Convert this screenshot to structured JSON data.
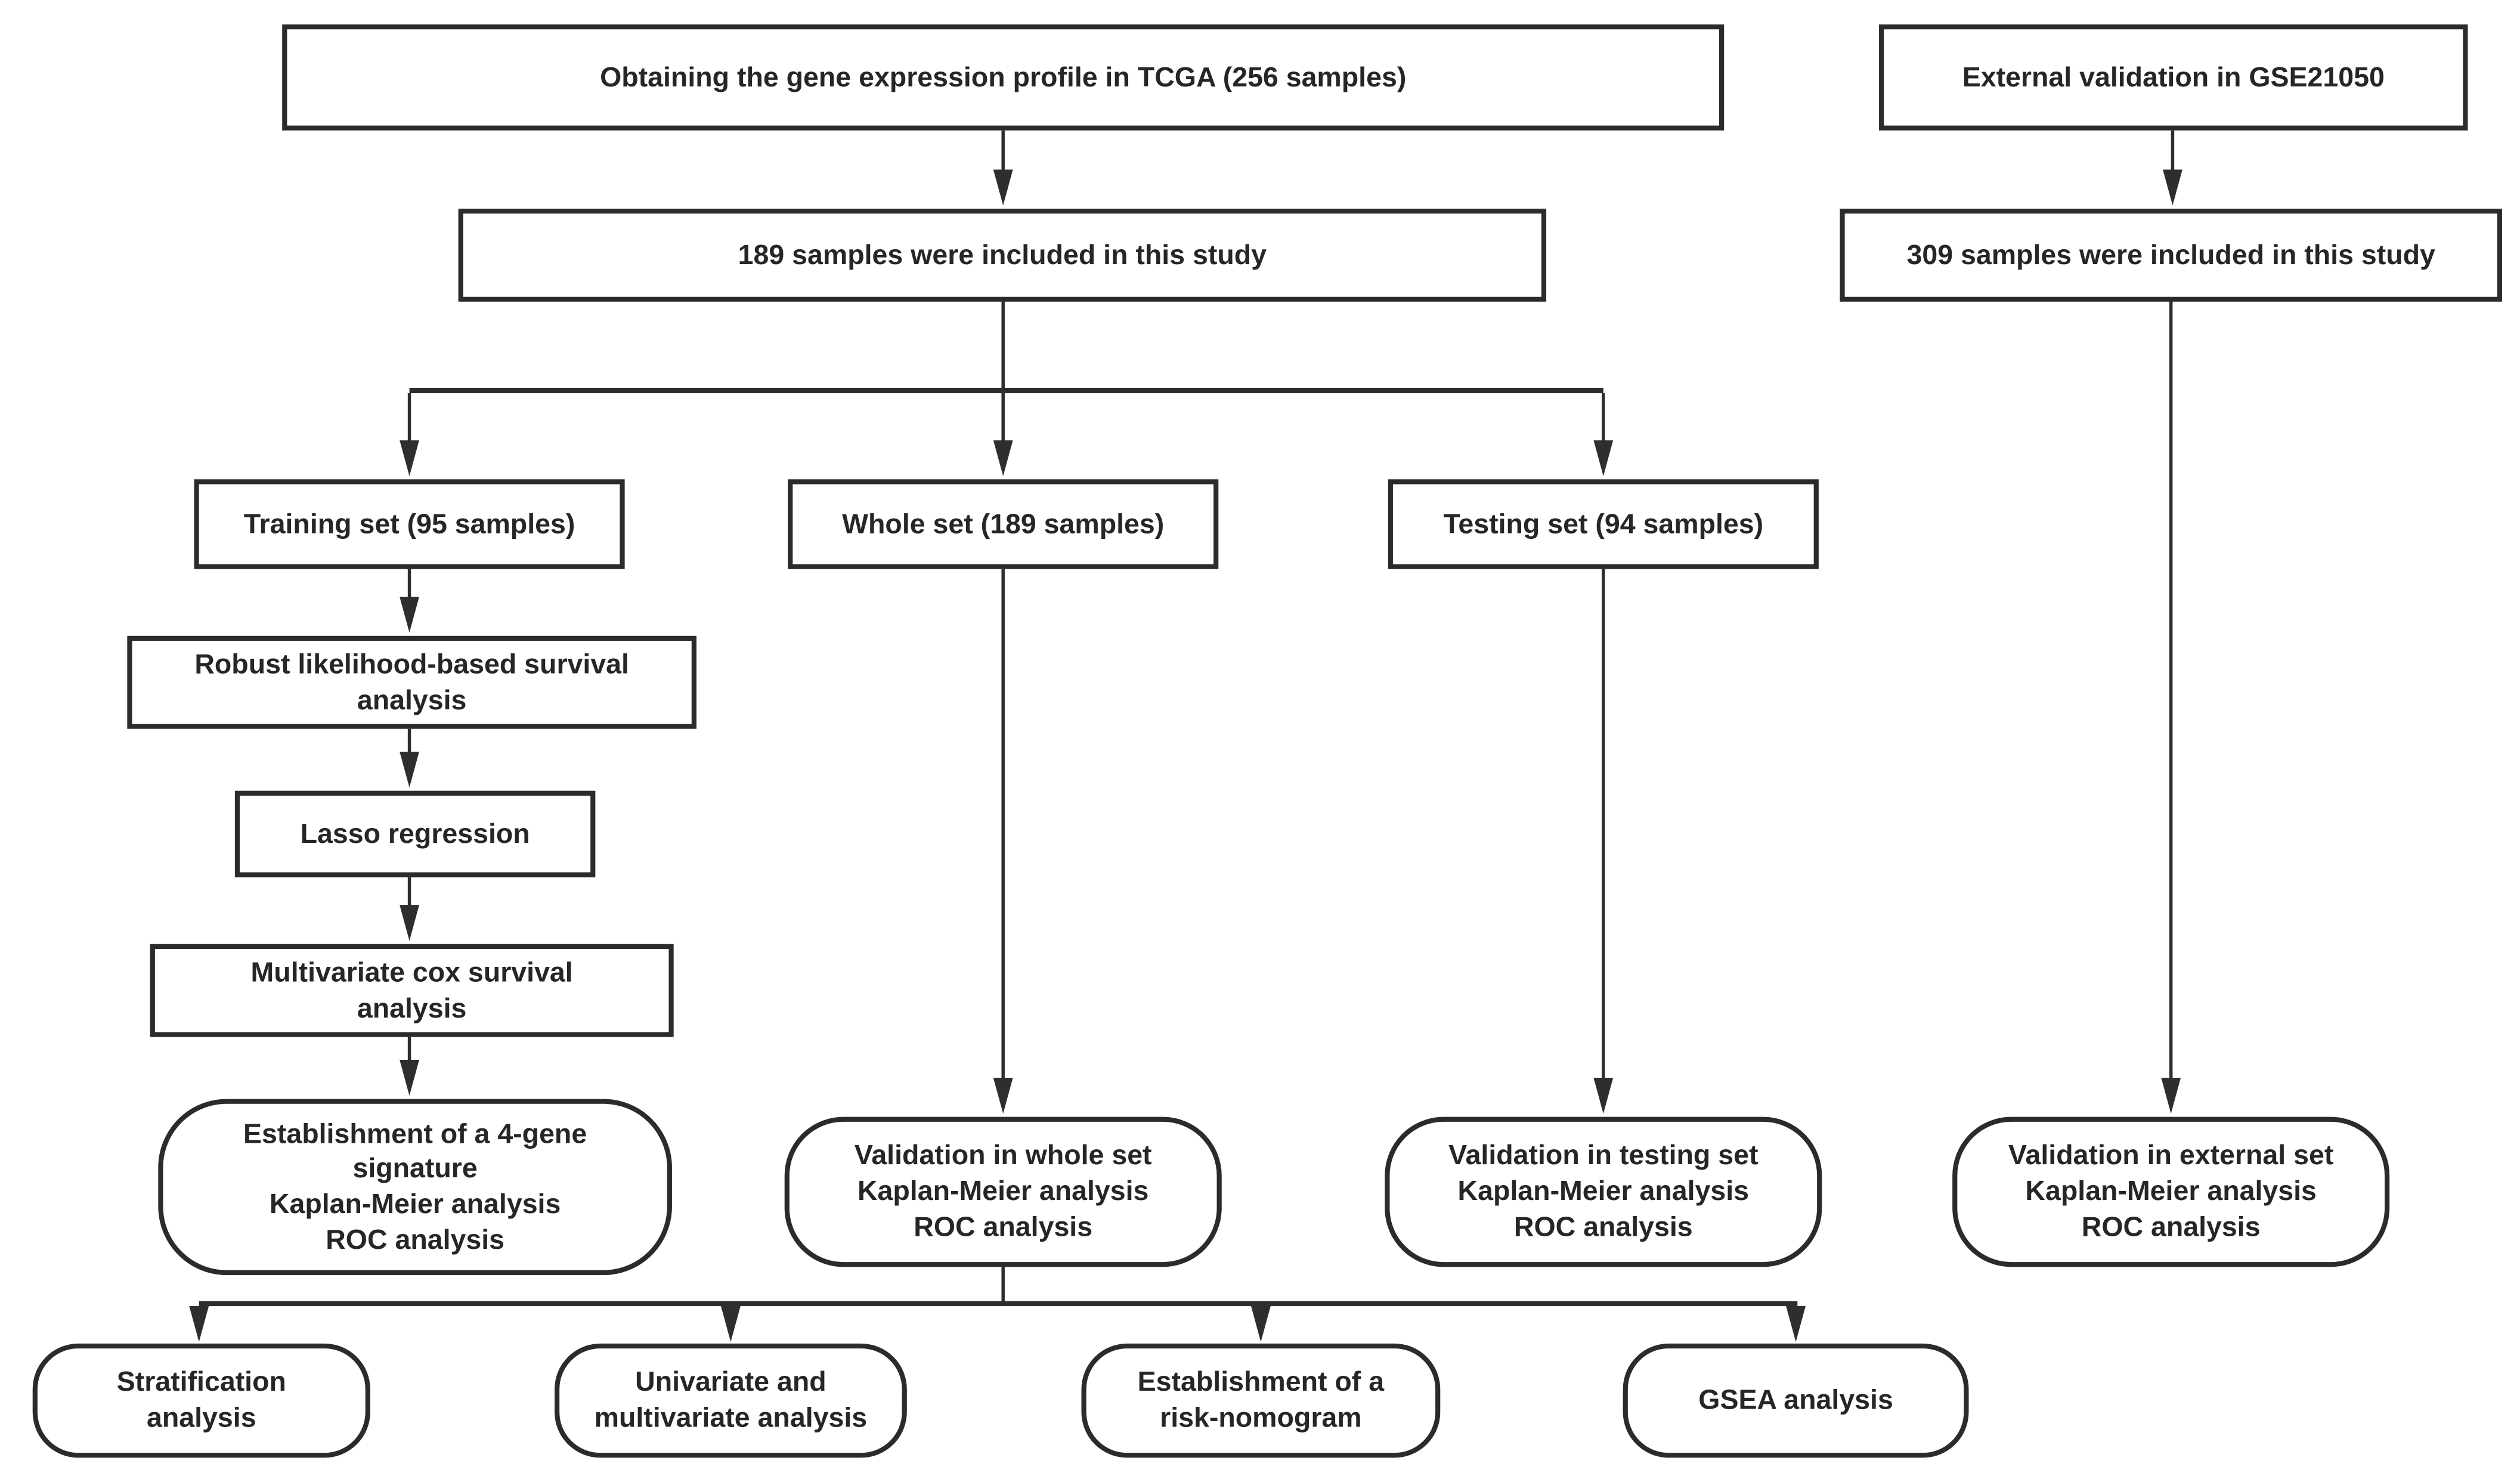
{
  "figure": {
    "type": "flowchart",
    "description": "Study workflow flowchart"
  },
  "colors": {
    "line": "#2e2e2e",
    "border": "#2b2b2b",
    "text": "#262626",
    "bg": "#ffffff"
  },
  "nodes": {
    "tcga": {
      "label": "Obtaining the gene expression profile in TCGA (256 samples)"
    },
    "external": {
      "label": "External validation in GSE21050"
    },
    "samples_189": {
      "label": "189 samples were included in this study"
    },
    "samples_309": {
      "label": "309 samples were included in this study"
    },
    "training_set": {
      "label": "Training set (95 samples)"
    },
    "whole_set": {
      "label": "Whole set (189 samples)"
    },
    "testing_set": {
      "label": "Testing set (94 samples)"
    },
    "robust": {
      "lines": [
        "Robust likelihood-based survival",
        "analysis"
      ]
    },
    "lasso": {
      "label": "Lasso regression"
    },
    "multicox": {
      "lines": [
        "Multivariate cox survival",
        "analysis"
      ]
    },
    "signature": {
      "lines": [
        "Establishment of a 4-gene",
        "signature",
        "Kaplan-Meier analysis",
        "ROC analysis"
      ]
    },
    "validation_whole": {
      "lines": [
        "Validation in whole set",
        "Kaplan-Meier analysis",
        "ROC analysis"
      ]
    },
    "validation_testing": {
      "lines": [
        "Validation in testing set",
        "Kaplan-Meier analysis",
        "ROC analysis"
      ]
    },
    "validation_external": {
      "lines": [
        "Validation in external set",
        "Kaplan-Meier analysis",
        "ROC analysis"
      ]
    },
    "stratification": {
      "lines": [
        "Stratification",
        "analysis"
      ]
    },
    "univariate": {
      "lines": [
        "Univariate and",
        "multivariate analysis"
      ]
    },
    "nomogram": {
      "lines": [
        "Establishment of a",
        "risk-nomogram"
      ]
    },
    "gsea": {
      "label": "GSEA analysis"
    }
  },
  "edges": [
    {
      "from": "tcga",
      "to": "samples_189"
    },
    {
      "from": "external",
      "to": "samples_309"
    },
    {
      "from": "samples_189",
      "to": "training_set"
    },
    {
      "from": "samples_189",
      "to": "whole_set"
    },
    {
      "from": "samples_189",
      "to": "testing_set"
    },
    {
      "from": "training_set",
      "to": "robust"
    },
    {
      "from": "robust",
      "to": "lasso"
    },
    {
      "from": "lasso",
      "to": "multicox"
    },
    {
      "from": "multicox",
      "to": "signature"
    },
    {
      "from": "whole_set",
      "to": "validation_whole"
    },
    {
      "from": "testing_set",
      "to": "validation_testing"
    },
    {
      "from": "samples_309",
      "to": "validation_external"
    },
    {
      "from": "validation_whole",
      "to": "stratification"
    },
    {
      "from": "validation_whole",
      "to": "univariate"
    },
    {
      "from": "validation_whole",
      "to": "nomogram"
    },
    {
      "from": "validation_whole",
      "to": "gsea"
    }
  ]
}
